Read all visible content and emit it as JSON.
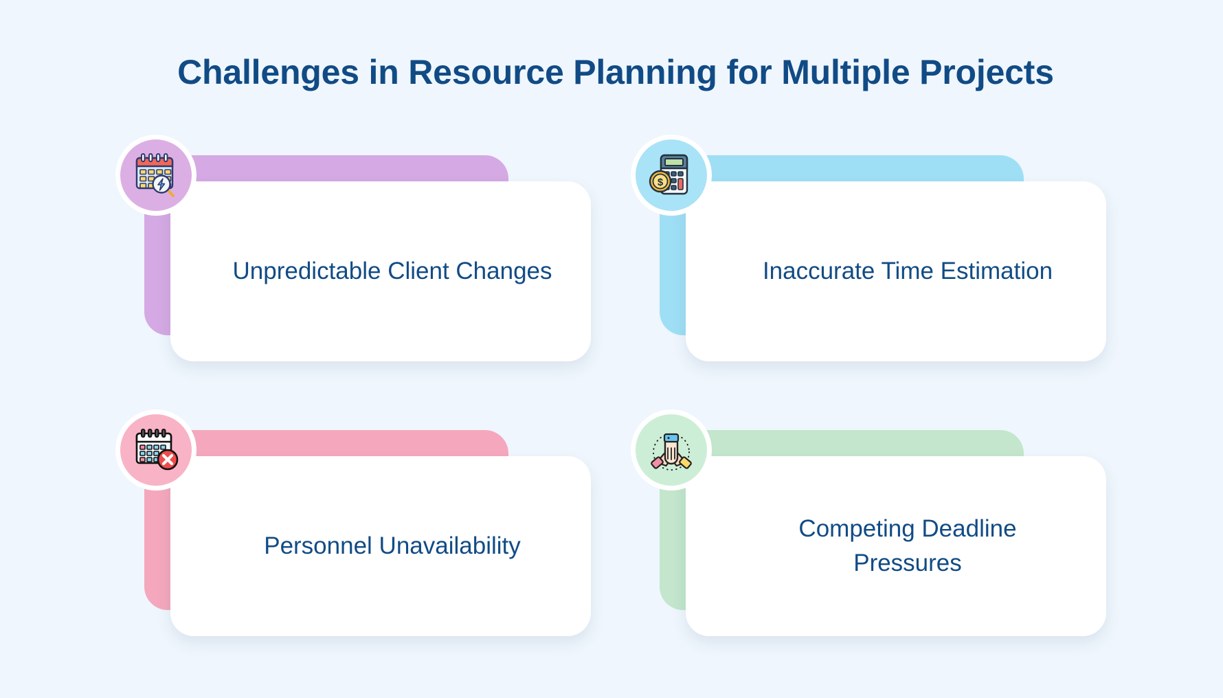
{
  "page": {
    "title": "Challenges in Resource Planning for Multiple Projects",
    "background_color": "#eff6fd",
    "title_color": "#114b85"
  },
  "cards": [
    {
      "title": "Unpredictable Client Changes",
      "accent_color": "#d5a9e3",
      "icon_bg_color": "#dcafe4",
      "icon": "calendar-search-icon"
    },
    {
      "title": "Inaccurate Time Estimation",
      "accent_color": "#9fdff5",
      "icon_bg_color": "#a9e3f7",
      "icon": "calculator-coin-icon"
    },
    {
      "title": "Personnel Unavailability",
      "accent_color": "#f5a8bd",
      "icon_bg_color": "#f9b3c6",
      "icon": "calendar-cancel-icon"
    },
    {
      "title": "Competing Deadline Pressures",
      "accent_color": "#c3e6cc",
      "icon_bg_color": "#cdeed6",
      "icon": "teamwork-hands-icon"
    }
  ]
}
